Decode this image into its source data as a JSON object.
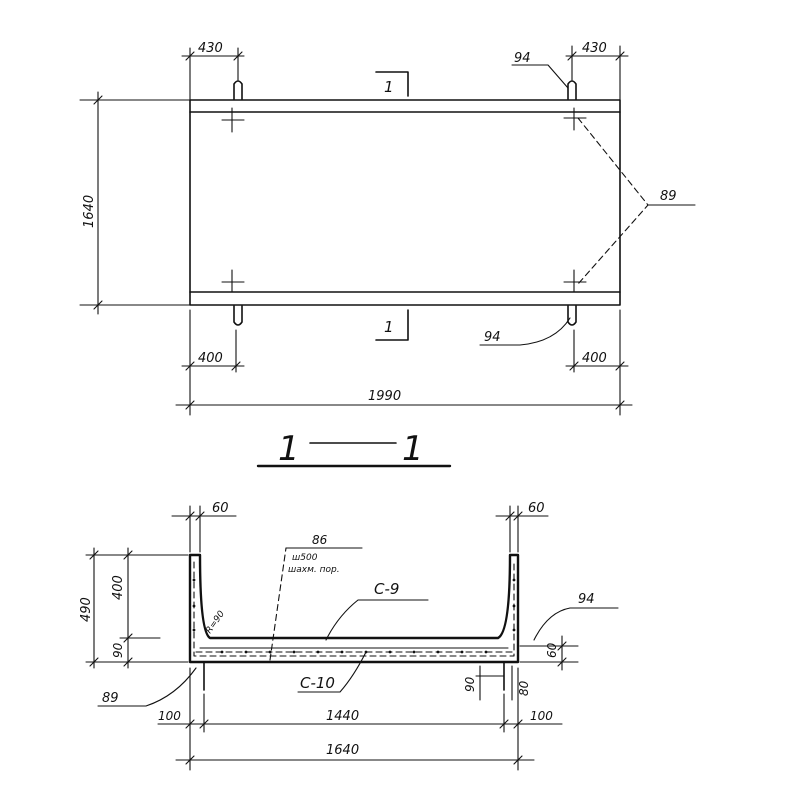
{
  "plan": {
    "dim_top_left": "430",
    "dim_top_right": "430",
    "dim_left_height": "1640",
    "dim_bottom_left": "400",
    "dim_bottom_right": "400",
    "dim_total_length": "1990",
    "callout_loop_top": "94",
    "callout_loop_bottom": "94",
    "callout_weld": "89",
    "section_mark_top": "1",
    "section_mark_bottom": "1"
  },
  "section_title": {
    "left": "1",
    "right": "1"
  },
  "section": {
    "dim_wall_left": "60",
    "dim_wall_right": "60",
    "dim_total_height": "490",
    "dim_wall_height": "400",
    "dim_base_height": "90",
    "chamfer_label": "R=90",
    "callout_86_num": "86",
    "callout_86_line1": "ш500",
    "callout_86_line2": "шахм. пор.",
    "mesh_c9": "С-9",
    "mesh_c10": "С-10",
    "callout_94": "94",
    "dim_right_60": "60",
    "dim_inner_90": "90",
    "dim_inner_80": "80",
    "callout_89": "89",
    "dim_bottom_left_100": "100",
    "dim_bottom_inner": "1440",
    "dim_bottom_right_100": "100",
    "dim_bottom_total": "1640"
  }
}
